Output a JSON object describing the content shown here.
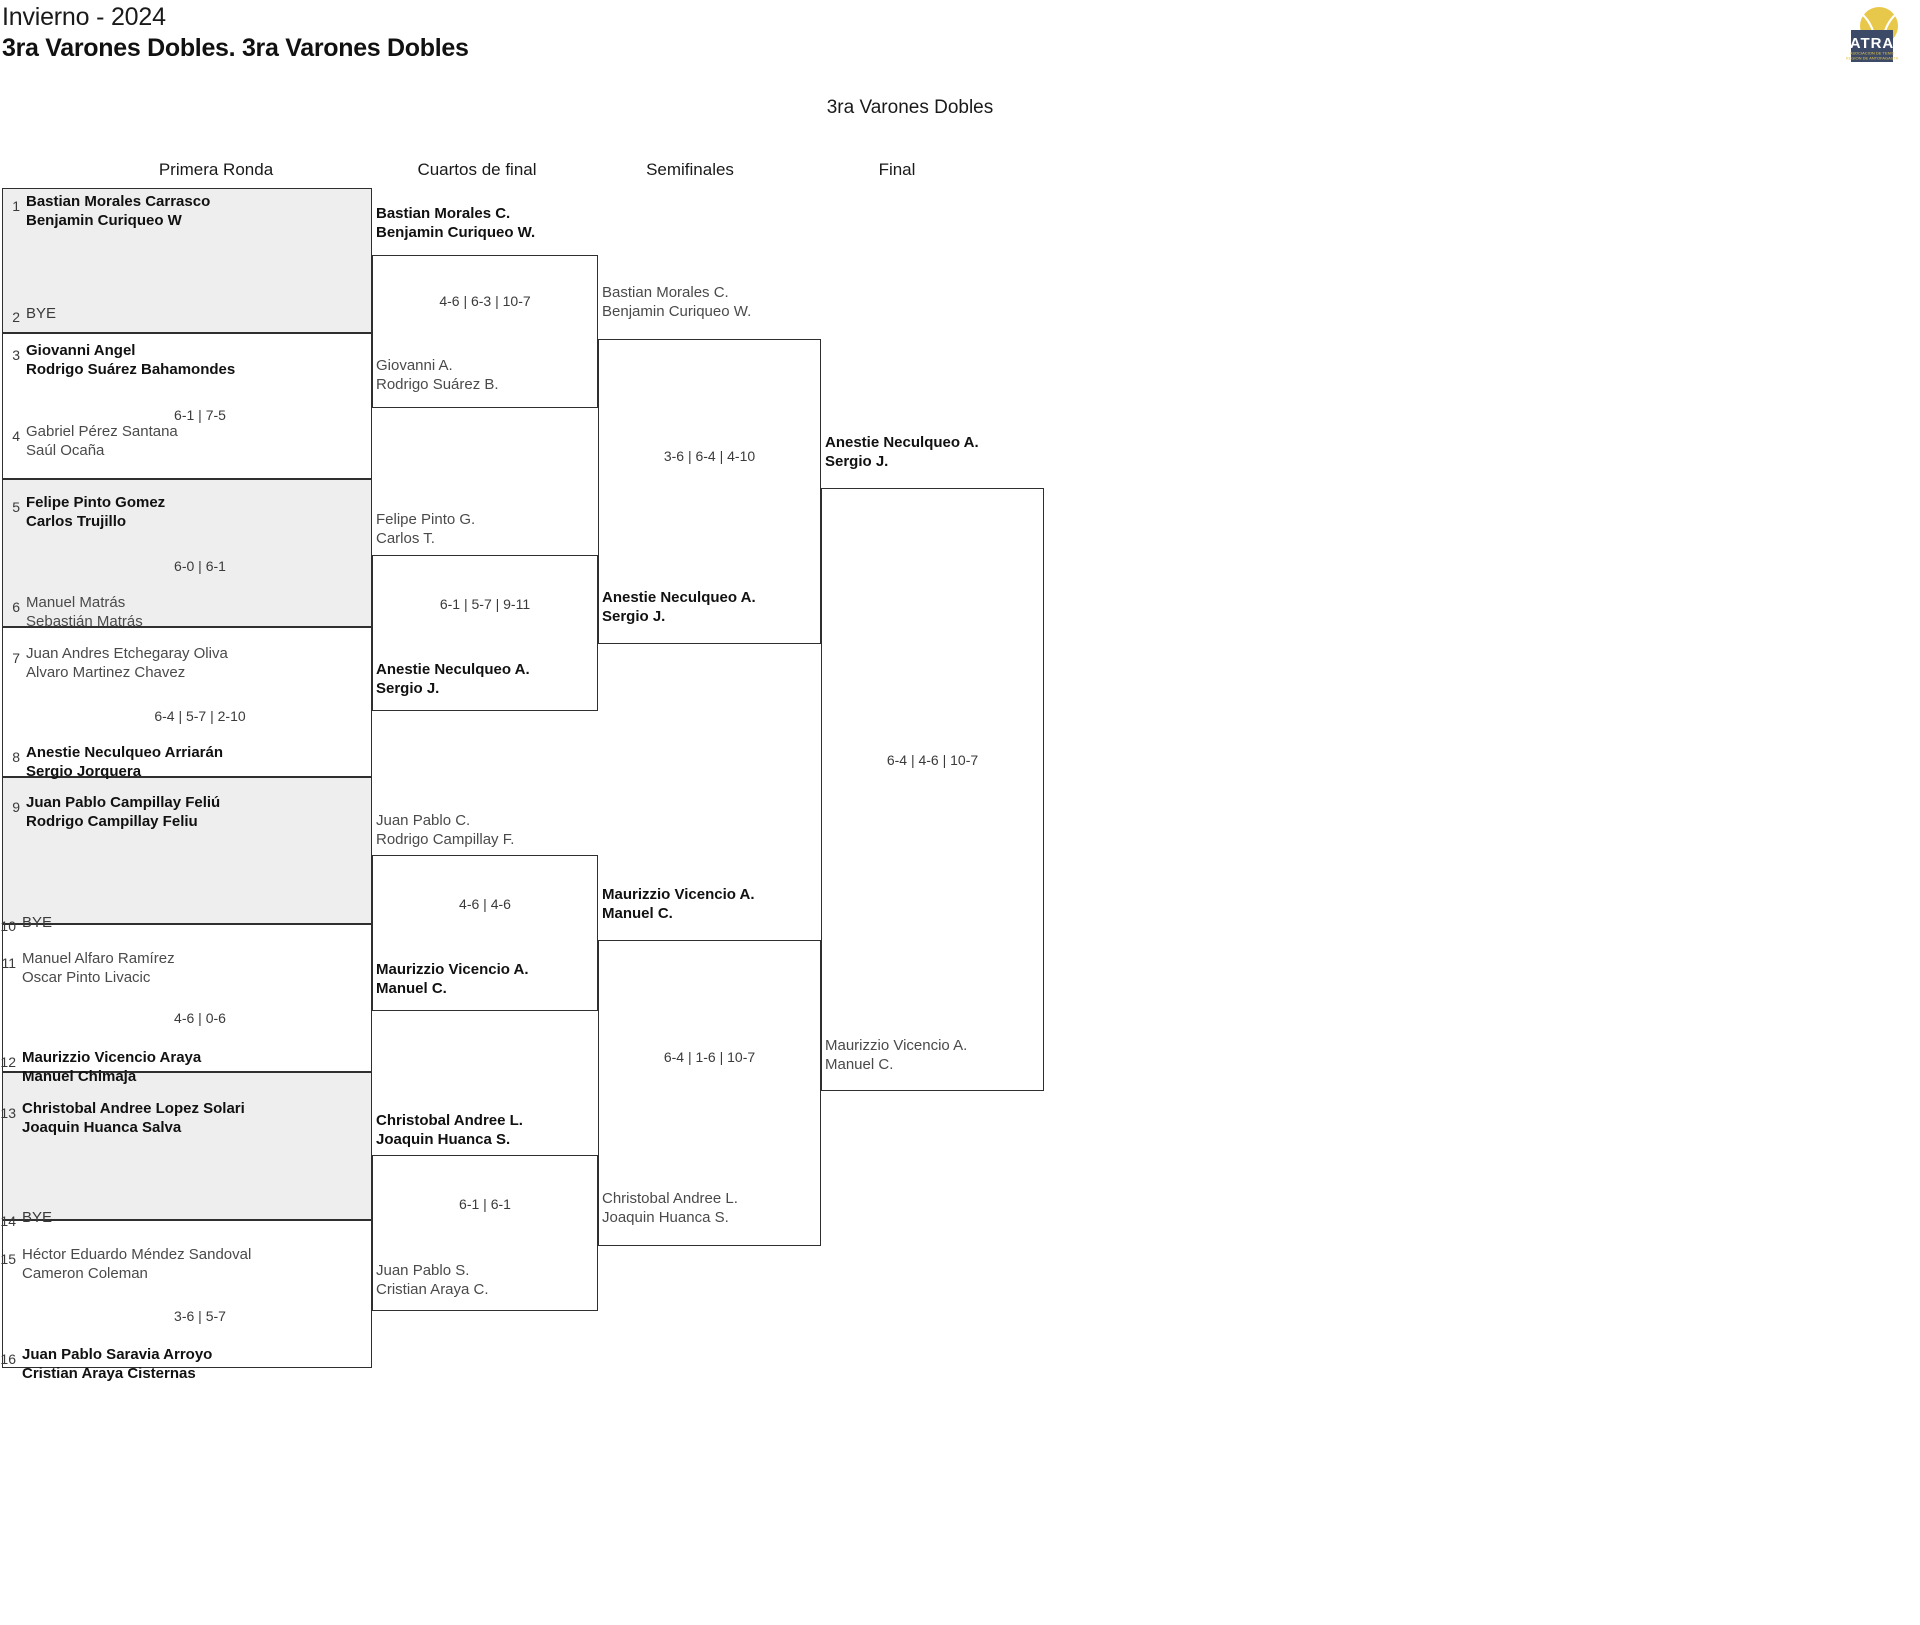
{
  "header": {
    "season": "Invierno - 2024",
    "category": "3ra Varones Dobles. 3ra Varones Dobles",
    "draw_title": "3ra Varones Dobles"
  },
  "logo": {
    "name": "atra-logo",
    "acronym": "ATRA",
    "sub1": "ASOCIACION DE TENIS",
    "sub2": "REGION DE ANTOFAGASTA",
    "navy": "#3c4a68",
    "ball": "#e8c84a"
  },
  "rounds": [
    {
      "label": "Primera Ronda"
    },
    {
      "label": "Cuartos de final"
    },
    {
      "label": "Semifinales"
    },
    {
      "label": "Final"
    }
  ],
  "round1": {
    "entries": [
      {
        "seed": "1",
        "line1": "Bastian Morales Carrasco",
        "line2": "Benjamin Curiqueo W",
        "result": "win"
      },
      {
        "seed": "2",
        "line1": "BYE",
        "line2": "",
        "result": "bye"
      },
      {
        "seed": "3",
        "line1": "Giovanni Angel",
        "line2": "Rodrigo Suárez Bahamondes",
        "result": "win"
      },
      {
        "seed": "4",
        "line1": "Gabriel Pérez Santana",
        "line2": "Saúl Ocaña",
        "result": "lose"
      },
      {
        "seed": "5",
        "line1": "Felipe Pinto Gomez",
        "line2": "Carlos Trujillo",
        "result": "win"
      },
      {
        "seed": "6",
        "line1": "Manuel Matrás",
        "line2": "Sebastián Matrás",
        "result": "lose"
      },
      {
        "seed": "7",
        "line1": "Juan Andres Etchegaray Oliva",
        "line2": "Alvaro Martinez Chavez",
        "result": "lose"
      },
      {
        "seed": "8",
        "line1": "Anestie Neculqueo Arriarán",
        "line2": "Sergio Jorquera",
        "result": "win"
      },
      {
        "seed": "9",
        "line1": "Juan Pablo Campillay Feliú",
        "line2": "Rodrigo Campillay Feliu",
        "result": "win"
      },
      {
        "seed": "10",
        "line1": "BYE",
        "line2": "",
        "result": "bye"
      },
      {
        "seed": "11",
        "line1": "Manuel Alfaro Ramírez",
        "line2": "Oscar Pinto Livacic",
        "result": "lose"
      },
      {
        "seed": "12",
        "line1": "Maurizzio Vicencio Araya",
        "line2": "Manuel Chimaja",
        "result": "win"
      },
      {
        "seed": "13",
        "line1": "Christobal Andree Lopez Solari",
        "line2": "Joaquin Huanca Salva",
        "result": "win"
      },
      {
        "seed": "14",
        "line1": "BYE",
        "line2": "",
        "result": "bye"
      },
      {
        "seed": "15",
        "line1": "Héctor Eduardo Méndez Sandoval",
        "line2": "Cameron Coleman",
        "result": "lose"
      },
      {
        "seed": "16",
        "line1": "Juan Pablo Saravia Arroyo",
        "line2": "Cristian Araya Cisternas",
        "result": "win"
      }
    ],
    "scores": [
      "",
      "6-1 | 7-5",
      "6-0 | 6-1",
      "6-4 | 5-7 | 2-10",
      "",
      "4-6 | 0-6",
      "",
      "3-6 | 5-7"
    ]
  },
  "quarterfinals": [
    {
      "top": {
        "line1": "Bastian Morales C.",
        "line2": "Benjamin Curiqueo W.",
        "result": "win"
      },
      "bottom": {
        "line1": "Giovanni A.",
        "line2": "Rodrigo Suárez B.",
        "result": "lose"
      },
      "score": "4-6 | 6-3 | 10-7"
    },
    {
      "top": {
        "line1": "Felipe Pinto G.",
        "line2": "Carlos T.",
        "result": "lose"
      },
      "bottom": {
        "line1": "Anestie Neculqueo A.",
        "line2": "Sergio J.",
        "result": "win"
      },
      "score": "6-1 | 5-7 | 9-11"
    },
    {
      "top": {
        "line1": "Juan Pablo C.",
        "line2": "Rodrigo Campillay F.",
        "result": "lose"
      },
      "bottom": {
        "line1": "Maurizzio Vicencio A.",
        "line2": "Manuel C.",
        "result": "win"
      },
      "score": "4-6 | 4-6"
    },
    {
      "top": {
        "line1": "Christobal Andree L.",
        "line2": "Joaquin Huanca S.",
        "result": "win"
      },
      "bottom": {
        "line1": "Juan Pablo S.",
        "line2": "Cristian Araya C.",
        "result": "lose"
      },
      "score": "6-1 | 6-1"
    }
  ],
  "semifinals": [
    {
      "top": {
        "line1": "Bastian Morales C.",
        "line2": "Benjamin Curiqueo W.",
        "result": "lose"
      },
      "bottom": {
        "line1": "Anestie Neculqueo A.",
        "line2": "Sergio J.",
        "result": "win"
      },
      "score": "3-6 | 6-4 | 4-10"
    },
    {
      "top": {
        "line1": "Maurizzio Vicencio A.",
        "line2": "Manuel C.",
        "result": "win"
      },
      "bottom": {
        "line1": "Christobal Andree L.",
        "line2": "Joaquin Huanca S.",
        "result": "lose"
      },
      "score": "6-4 | 1-6 | 10-7"
    }
  ],
  "final": {
    "top": {
      "line1": "Anestie Neculqueo A.",
      "line2": "Sergio J.",
      "result": "win"
    },
    "bottom": {
      "line1": "Maurizzio Vicencio A.",
      "line2": "Manuel C.",
      "result": "lose"
    },
    "score": "6-4 | 4-6 | 10-7"
  }
}
